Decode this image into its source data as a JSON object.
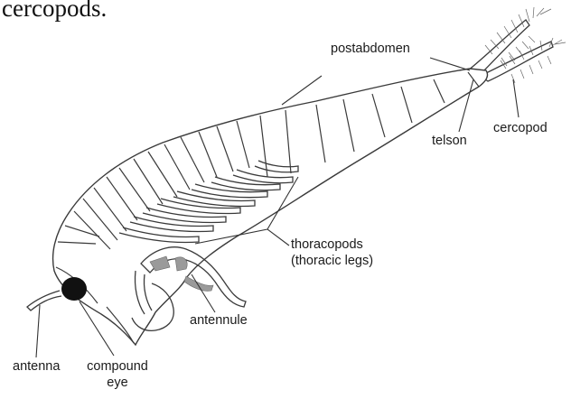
{
  "caption_fragment": "cercopods.",
  "labels": {
    "postabdomen": "postabdomen",
    "telson": "telson",
    "cercopod": "cercopod",
    "thoracopods_line1": "thoracopods",
    "thoracopods_line2": "(thoracic legs)",
    "antennule": "antennule",
    "antenna": "antenna",
    "compound_eye_line1": "compound",
    "compound_eye_line2": "eye"
  },
  "colors": {
    "outline": "#3a3a3a",
    "eye": "#111111",
    "stipple": "#9a9a9a"
  }
}
